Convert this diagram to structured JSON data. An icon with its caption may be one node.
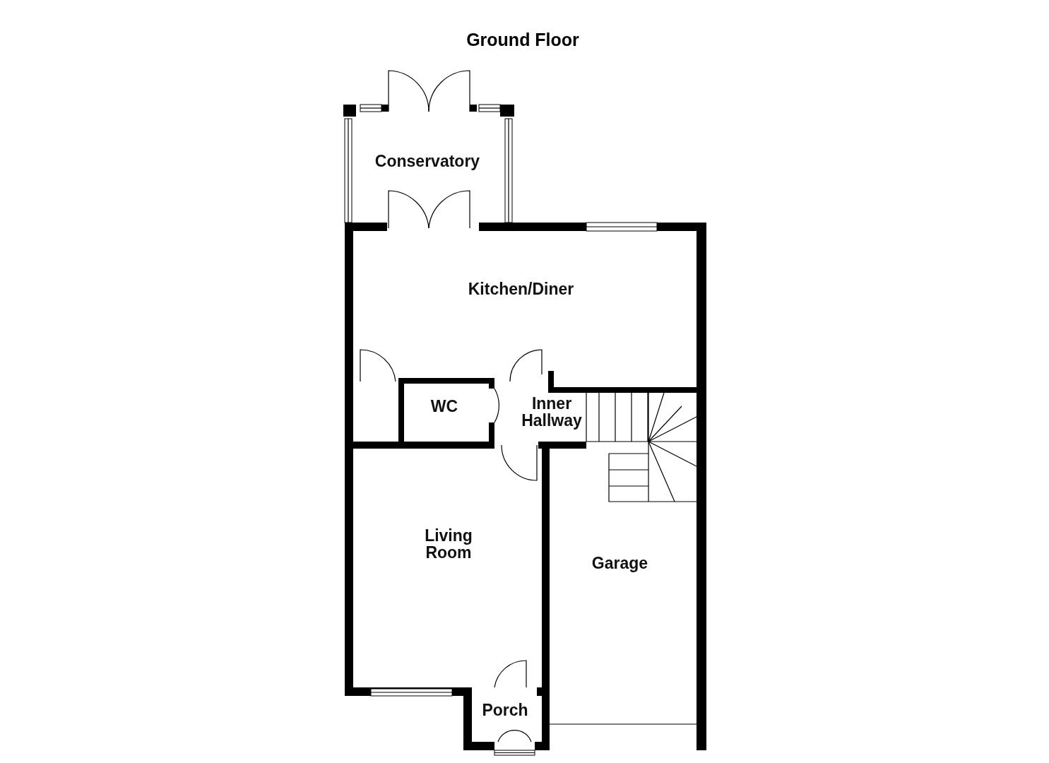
{
  "diagram": {
    "title": "Ground Floor",
    "nodes": [
      {
        "text": [
          "Conservatory"
        ]
      },
      {
        "text": [
          "Kitchen/Diner"
        ]
      },
      {
        "text": [
          "WC"
        ]
      },
      {
        "text": [
          "Inner Hallway"
        ]
      },
      {
        "text": [
          "Living Room"
        ]
      },
      {
        "text": [
          "Garage"
        ]
      },
      {
        "text": [
          "Porch"
        ]
      }
    ]
  }
}
